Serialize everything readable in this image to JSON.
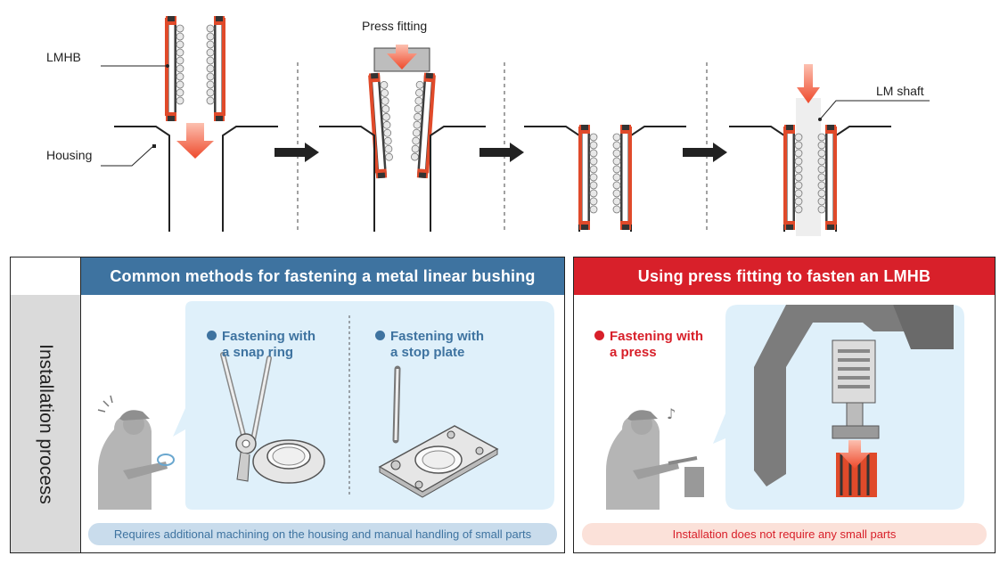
{
  "diagram": {
    "labels": {
      "lmhb": "LMHB",
      "housing": "Housing",
      "press_fitting": "Press fitting",
      "lm_shaft": "LM shaft"
    }
  },
  "table": {
    "side_label": "Installation process",
    "common": {
      "header": "Common methods for fastening a metal linear bushing",
      "method_snap_line1": "Fastening with",
      "method_snap_line2": "a snap ring",
      "method_stop_line1": "Fastening with",
      "method_stop_line2": "a stop plate",
      "note": "Requires additional machining on the housing and manual handling of small parts"
    },
    "press": {
      "header": "Using press fitting to fasten an LMHB",
      "method_line1": "Fastening with",
      "method_line2": "a press",
      "note": "Installation does not require any small parts"
    }
  },
  "colors": {
    "blue": "#3e73a0",
    "red": "#d8202a",
    "light_blue": "#dff0fa",
    "light_red": "#fbe1d9",
    "gray": "#dadada",
    "arrow_orange": "#f0583a"
  }
}
